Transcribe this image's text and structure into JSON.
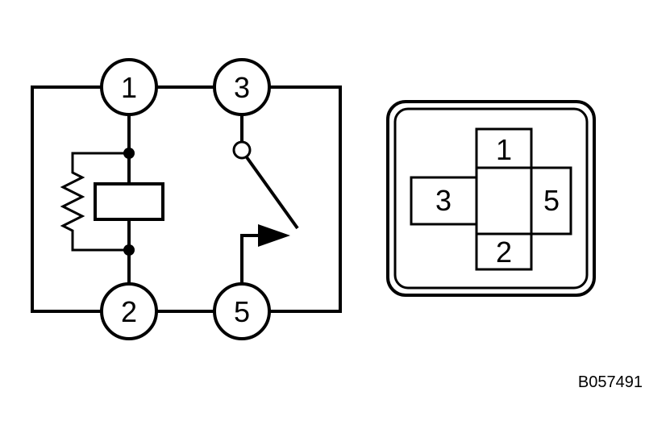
{
  "schematic": {
    "terminals": {
      "t1": "1",
      "t2": "2",
      "t3": "3",
      "t5": "5"
    }
  },
  "connector": {
    "pins": {
      "p1": "1",
      "p2": "2",
      "p3": "3",
      "p5": "5"
    }
  },
  "figure_code": "B057491",
  "colors": {
    "line": "#000000",
    "background": "#ffffff"
  }
}
